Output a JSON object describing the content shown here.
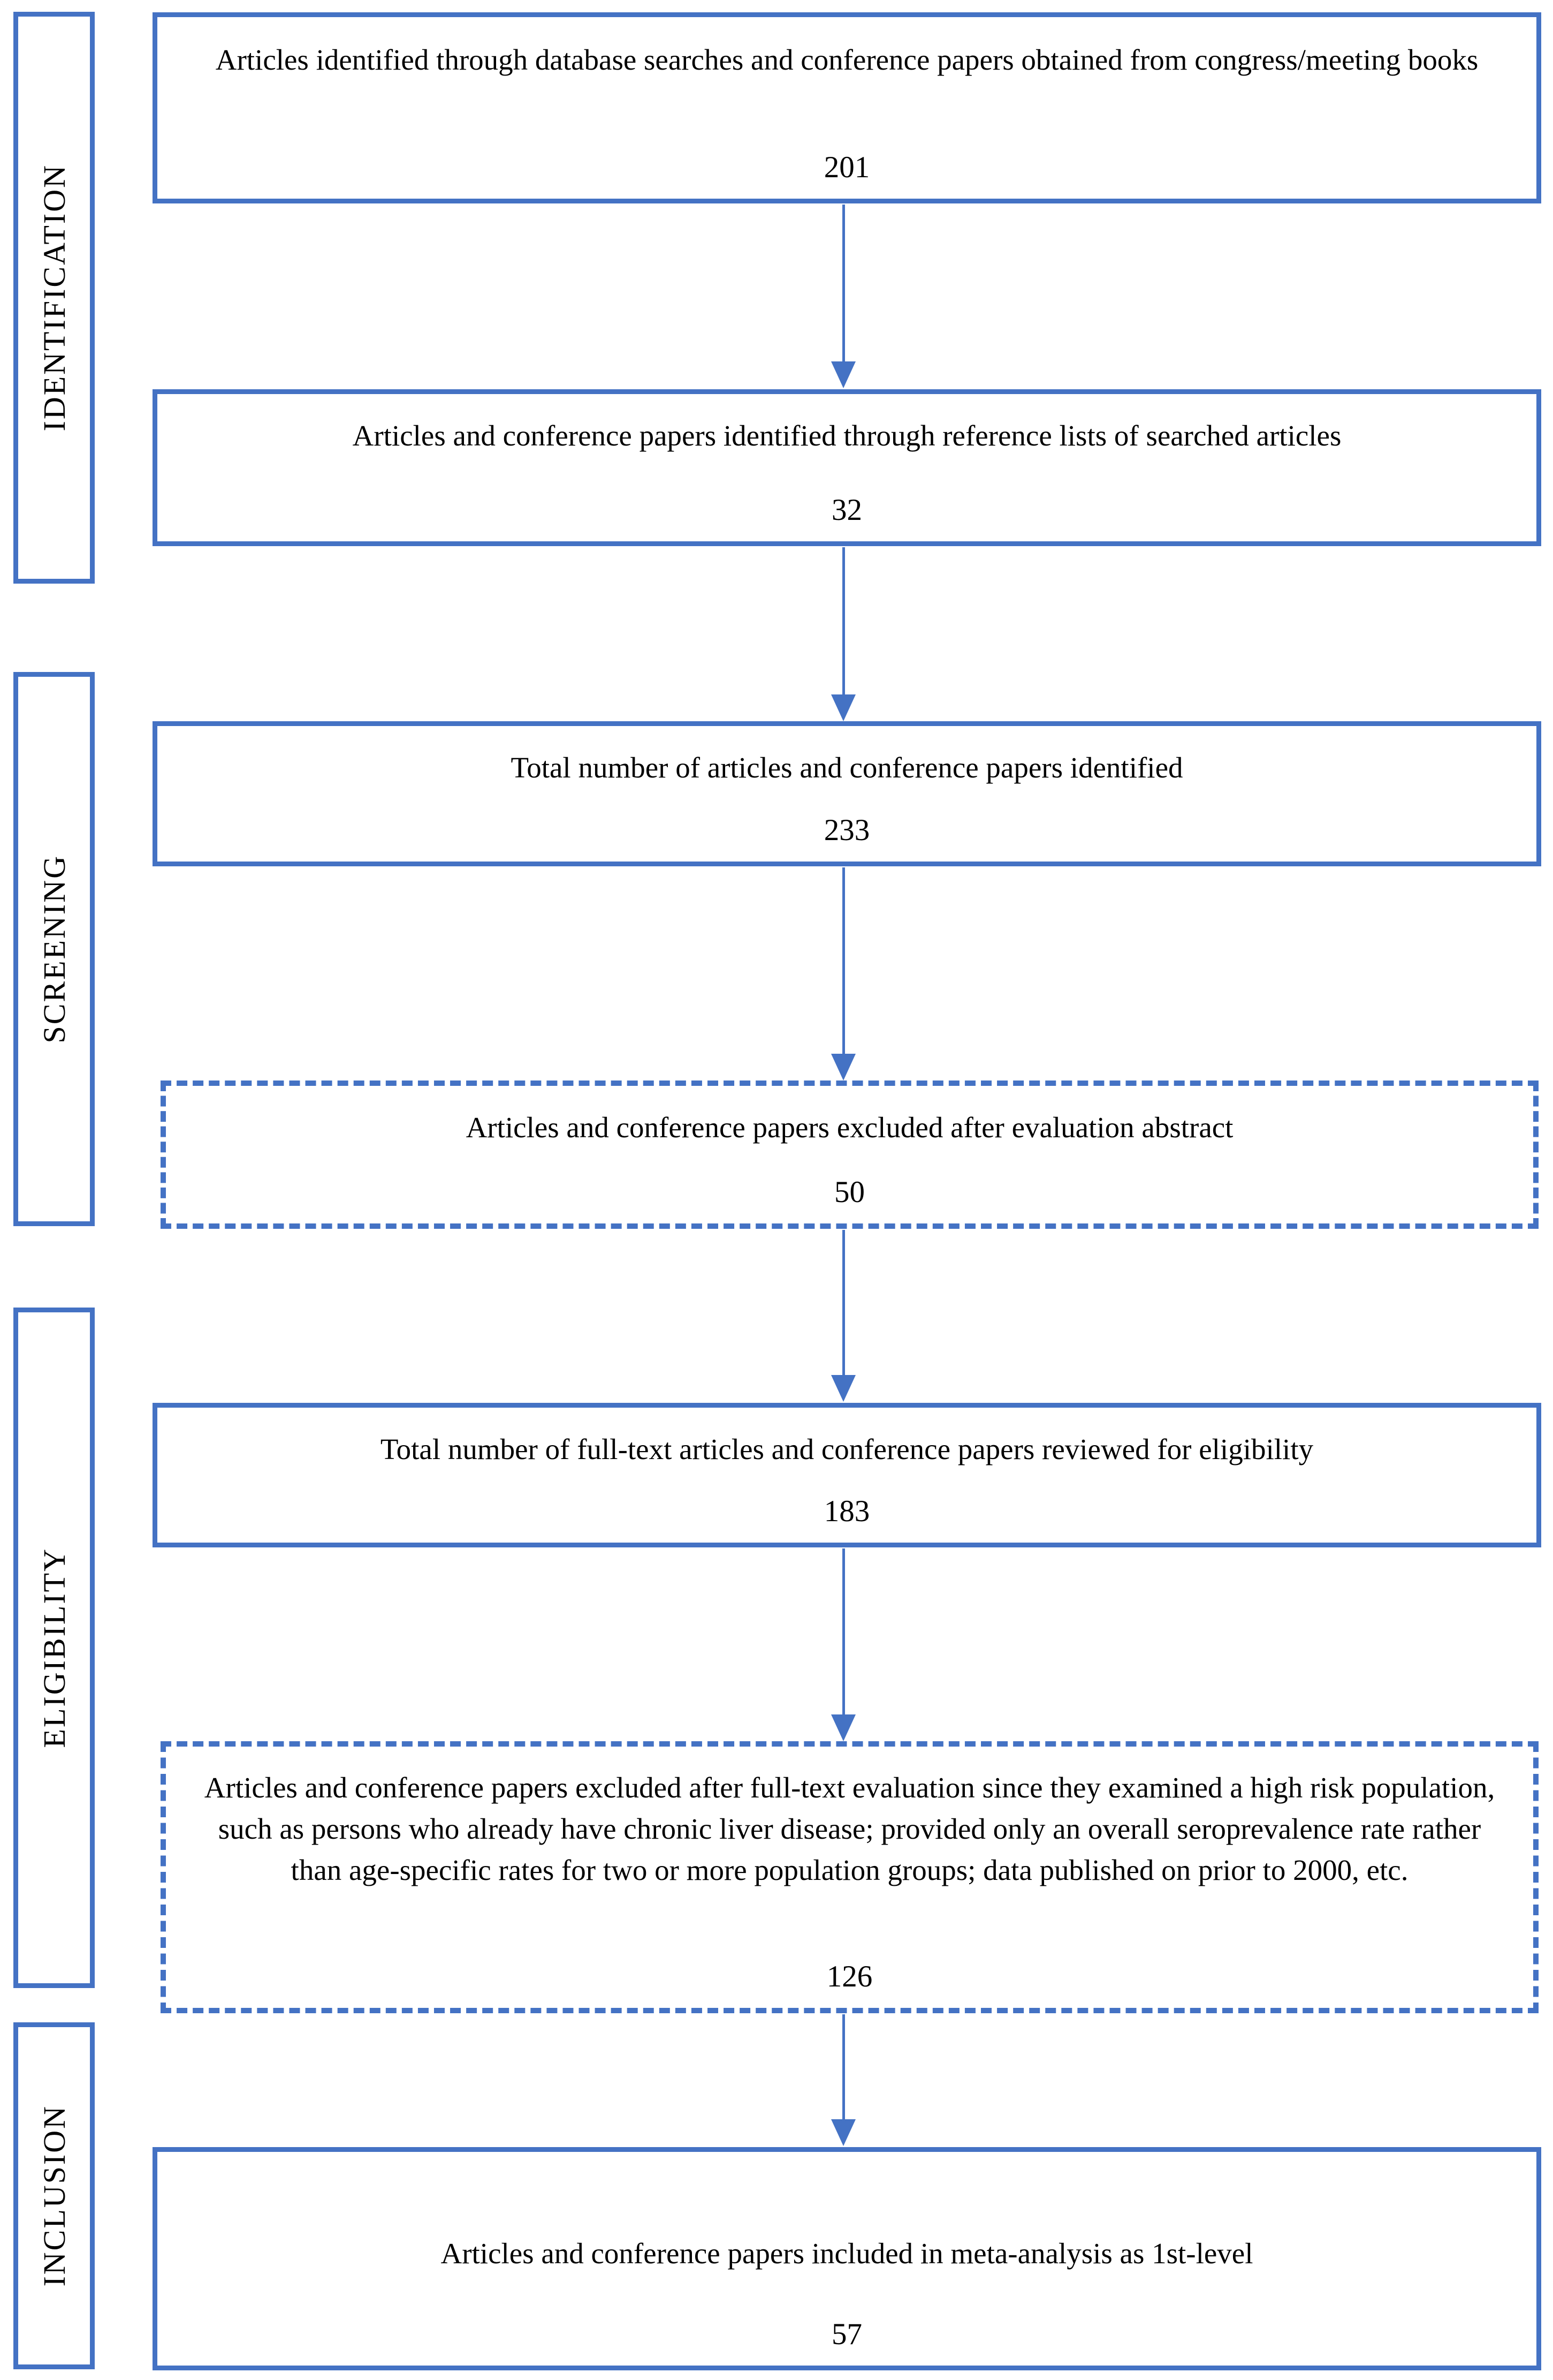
{
  "diagram": {
    "stages": [
      {
        "key": "identification",
        "label": "IDENTIFICATION"
      },
      {
        "key": "screening",
        "label": "SCREENING"
      },
      {
        "key": "eligibility",
        "label": "ELIGIBILITY"
      },
      {
        "key": "inclusion",
        "label": "INCLUSION"
      }
    ],
    "boxes": [
      {
        "style": "solid",
        "text": "Articles identified through database searches and conference papers obtained from congress/meeting books",
        "count": "201"
      },
      {
        "style": "solid",
        "text": "Articles and conference papers identified through reference lists of searched articles",
        "count": "32"
      },
      {
        "style": "solid",
        "text": "Total number of articles and conference papers identified",
        "count": "233"
      },
      {
        "style": "dashed",
        "text": "Articles and conference papers excluded after evaluation abstract",
        "count": "50"
      },
      {
        "style": "solid",
        "text": "Total number of full-text articles and conference papers reviewed for eligibility",
        "count": "183"
      },
      {
        "style": "dashed",
        "text": "Articles and conference papers excluded after full-text evaluation since they examined a high risk population, such as persons who already have chronic liver disease; provided only an overall seroprevalence rate rather than age-specific rates for two or more population groups; data published on prior to 2000, etc.",
        "count": "126"
      },
      {
        "style": "solid",
        "text": "Articles and conference papers included in meta-analysis as 1st-level",
        "count": "57"
      }
    ],
    "colors": {
      "accent": "#4472C4",
      "text": "#000000",
      "background": "#FFFFFF"
    }
  }
}
